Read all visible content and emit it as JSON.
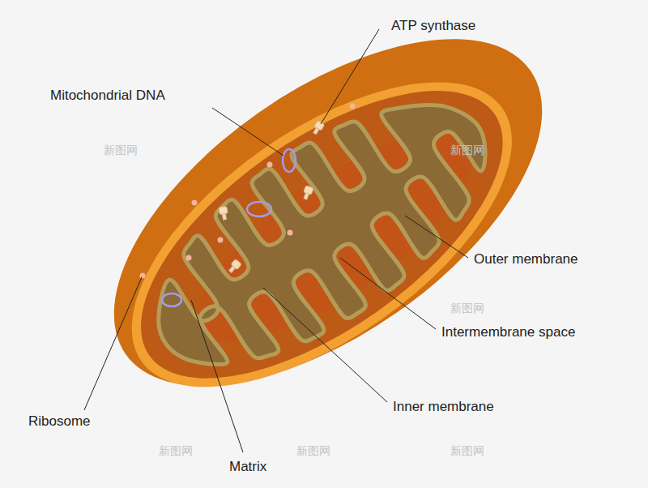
{
  "diagram": {
    "labels": [
      "ATP synthase",
      "Mitochondrial DNA",
      "Outer membrane",
      "Intermembrane space",
      "Inner membrane",
      "Ribosome",
      "Matrix",
      "新图网",
      "新图网",
      "新图网",
      "新图网",
      "新图网",
      "新图网"
    ]
  }
}
